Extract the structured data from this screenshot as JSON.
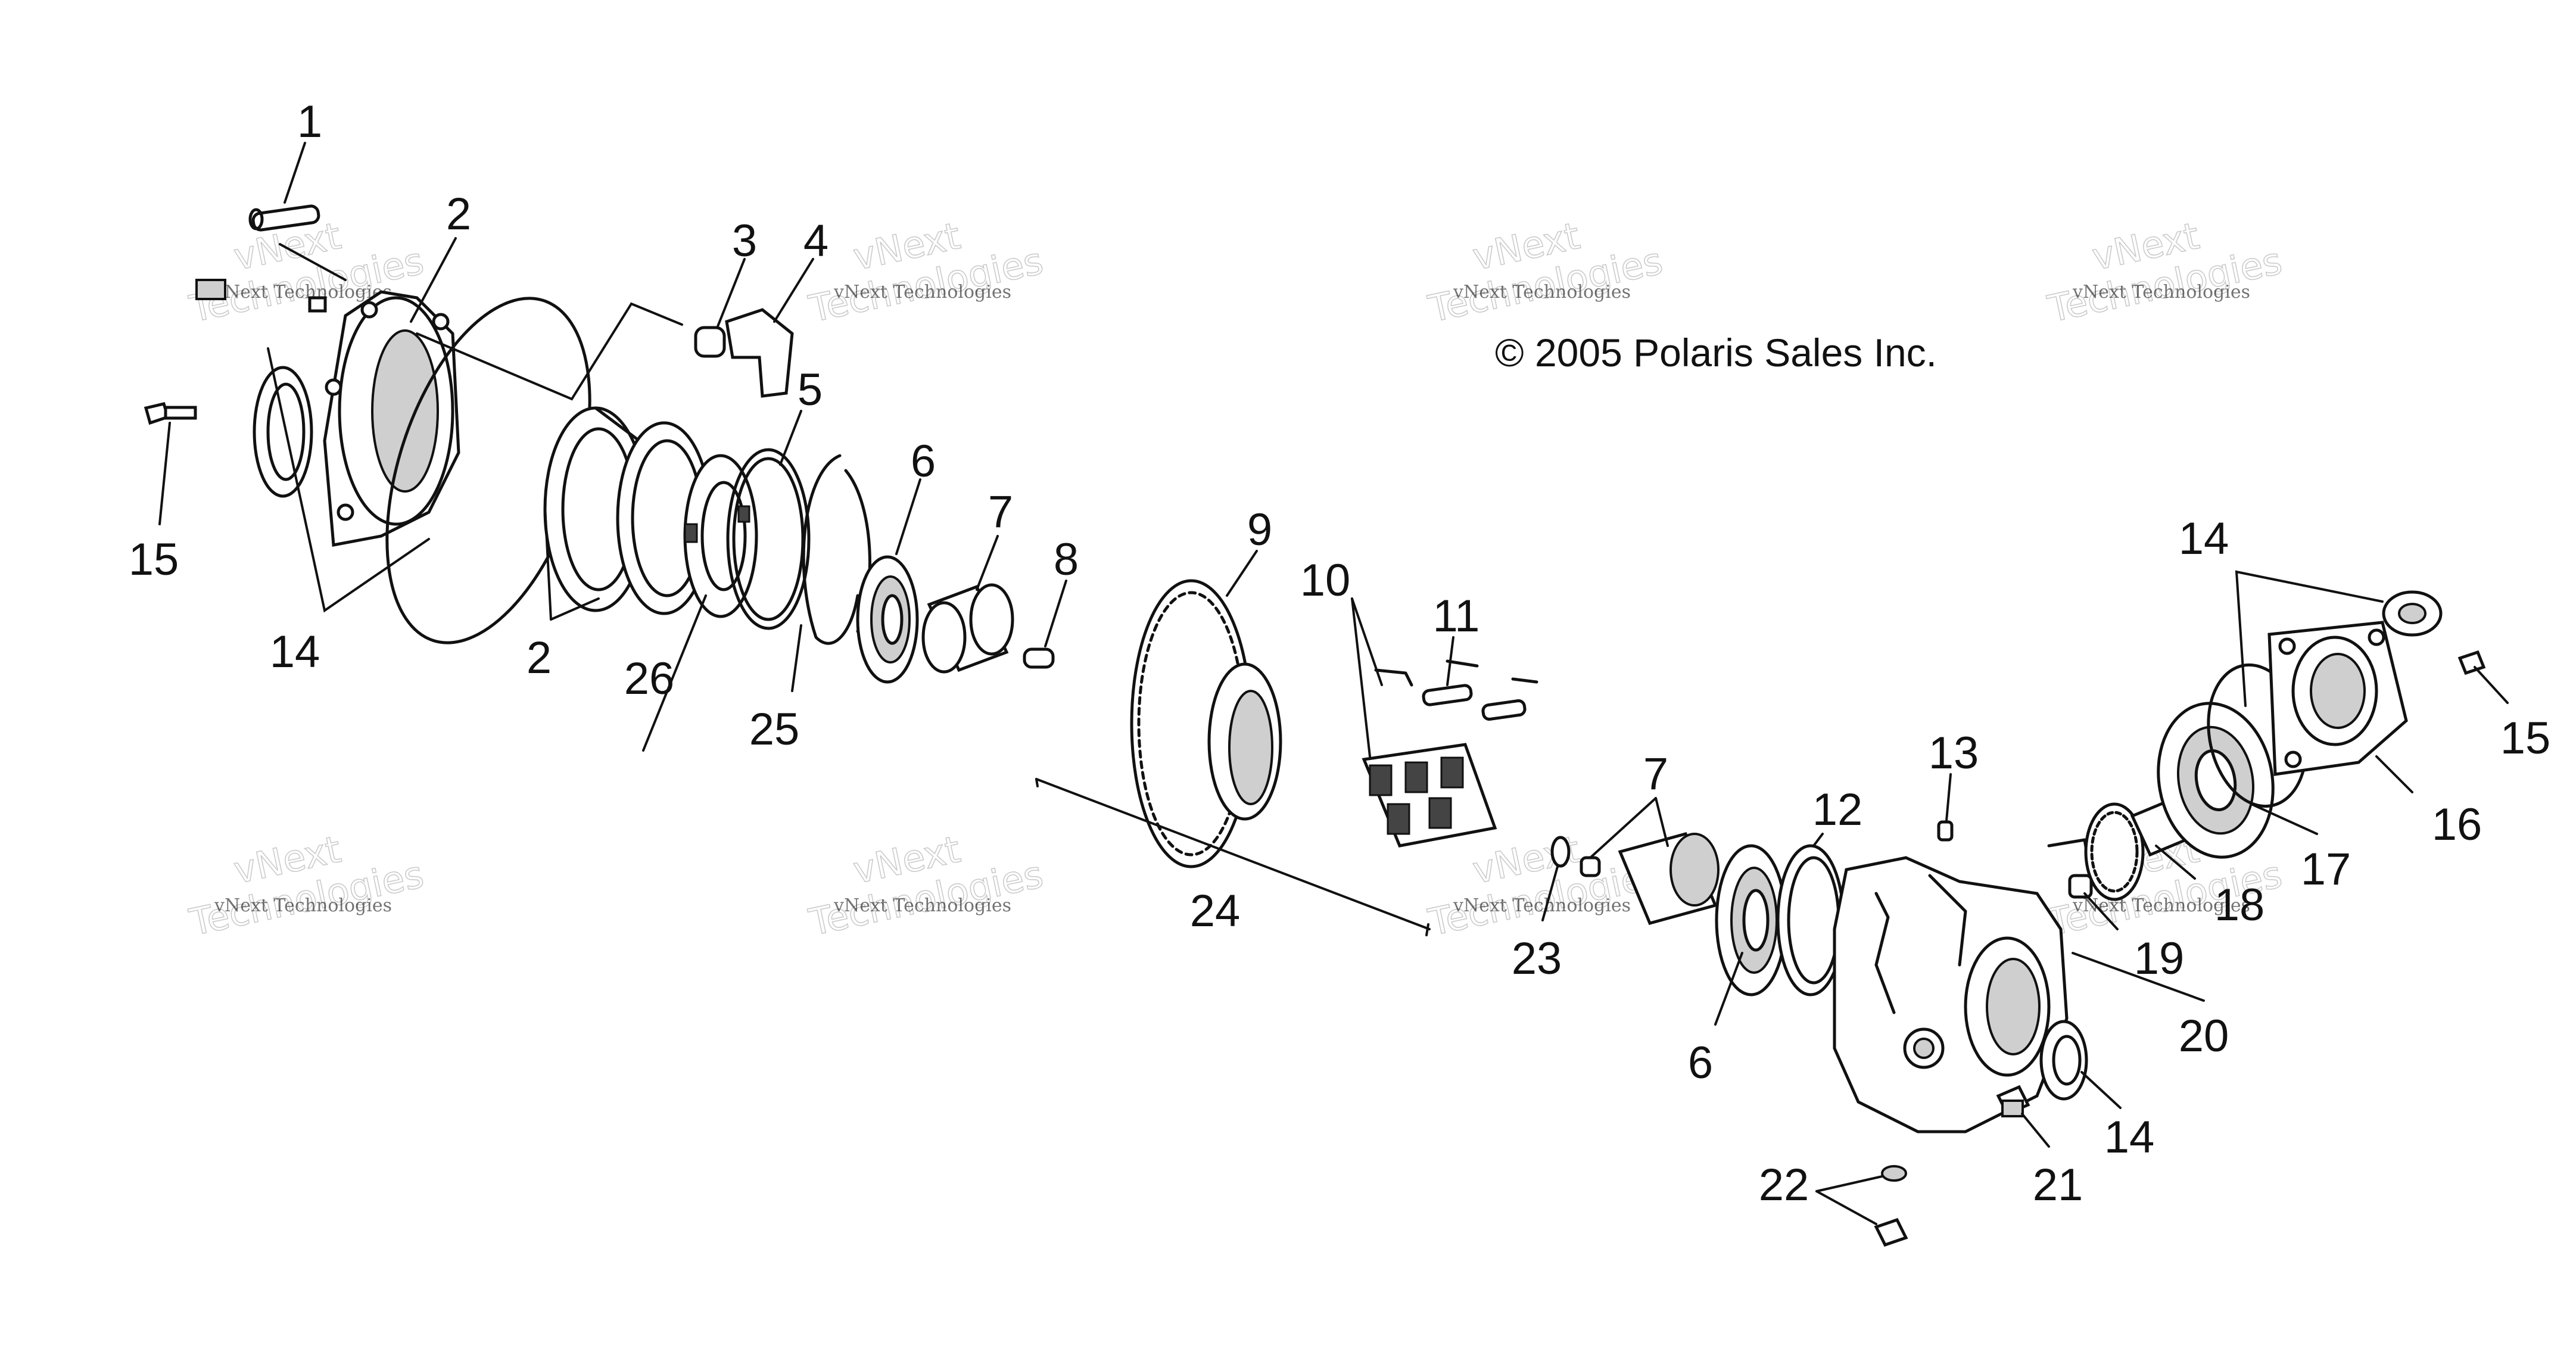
{
  "diagram": {
    "copyright": "© 2005 Polaris Sales Inc.",
    "watermark": {
      "primary": "vNext Technologies",
      "secondary": "vNext",
      "large": "Technologies"
    },
    "callouts": {
      "c1": "1",
      "c2a": "2",
      "c2b": "2",
      "c3": "3",
      "c4": "4",
      "c5": "5",
      "c6a": "6",
      "c6b": "6",
      "c7a": "7",
      "c7b": "7",
      "c8": "8",
      "c9": "9",
      "c10": "10",
      "c11": "11",
      "c12": "12",
      "c13": "13",
      "c14a": "14",
      "c14b": "14",
      "c14c": "14",
      "c15a": "15",
      "c15b": "15",
      "c16": "16",
      "c17": "17",
      "c18": "18",
      "c19": "19",
      "c20": "20",
      "c21": "21",
      "c22": "22",
      "c23": "23",
      "c24": "24",
      "c25": "25",
      "c26": "26"
    }
  }
}
